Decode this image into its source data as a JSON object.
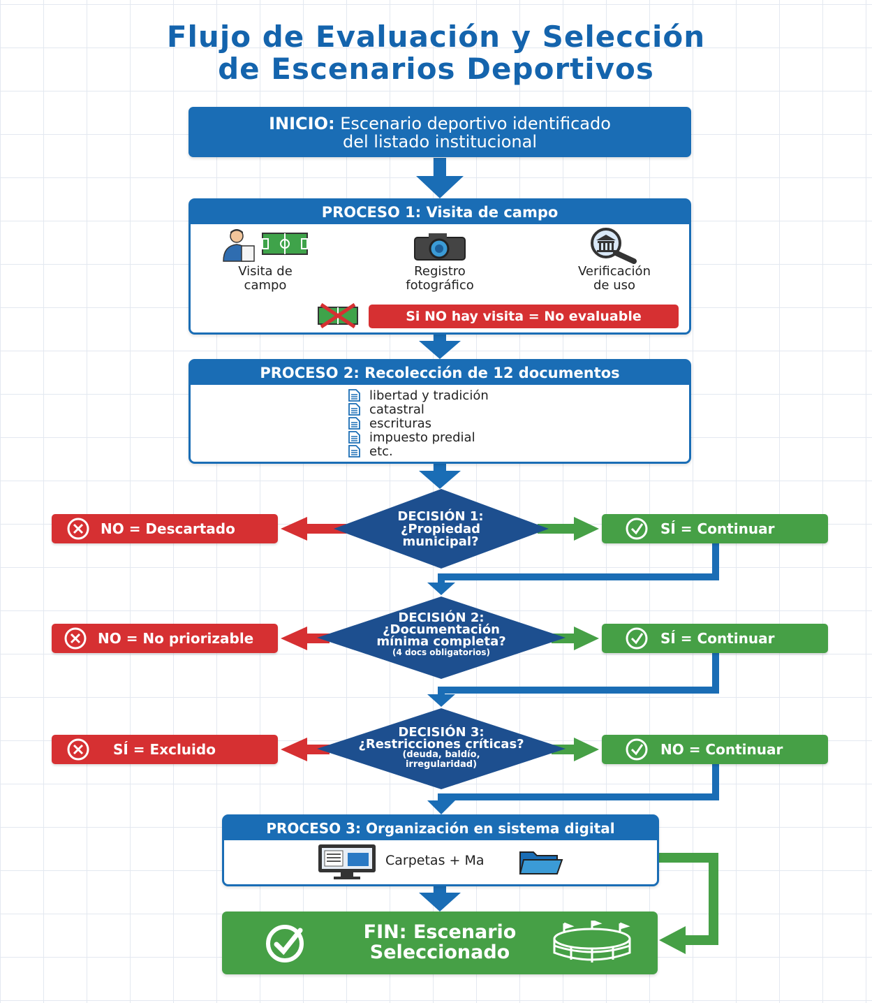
{
  "title": {
    "line1": "Flujo de Evaluación y Selección",
    "line2": "de Escenarios Deportivos"
  },
  "start": {
    "prefix": "INICIO:",
    "line1": "Escenario deportivo identificado",
    "line2": "del listado institucional"
  },
  "process1": {
    "header": "PROCESO 1: Visita de campo",
    "steps": [
      {
        "line1": "Visita de",
        "line2": "campo",
        "icon": "field-visit-icon"
      },
      {
        "line1": "Registro",
        "line2": "fotográfico",
        "icon": "camera-icon"
      },
      {
        "line1": "Verificación",
        "line2": "de uso",
        "icon": "magnifier-building-icon"
      }
    ],
    "warning": "Si NO hay visita = No evaluable"
  },
  "process2": {
    "header": "PROCESO 2: Recolección de 12 documentos",
    "docs": [
      "libertad y tradición",
      "catastral",
      "escrituras",
      "impuesto predial",
      "etc."
    ]
  },
  "decision1": {
    "line1": "DECISIÓN 1:",
    "line2": "¿Propiedad",
    "line3": "municipal?",
    "no_label": "NO = Descartado",
    "yes_label": "SÍ = Continuar"
  },
  "decision2": {
    "line1": "DECISIÓN 2:",
    "line2": "¿Documentación",
    "line3": "mínima completa?",
    "line4": "(4 docs obligatorios)",
    "no_label": "NO = No priorizable",
    "yes_label": "SÍ = Continuar"
  },
  "decision3": {
    "line1": "DECISIÓN 3:",
    "line2": "¿Restricciones críticas?",
    "line3": "(deuda, baldío,",
    "line4": "irregularidad)",
    "no_label": "SÍ = Excluido",
    "yes_label": "NO = Continuar"
  },
  "process3": {
    "header": "PROCESO 3: Organización en sistema digital",
    "label": "Carpetas + Ma"
  },
  "end": {
    "line1": "FIN: Escenario",
    "line2": "Seleccionado"
  },
  "colors": {
    "blue": "#1a6db5",
    "dark_blue": "#1d4f8f",
    "red": "#d63032",
    "green": "#46a046",
    "title_blue": "#1464ad"
  }
}
